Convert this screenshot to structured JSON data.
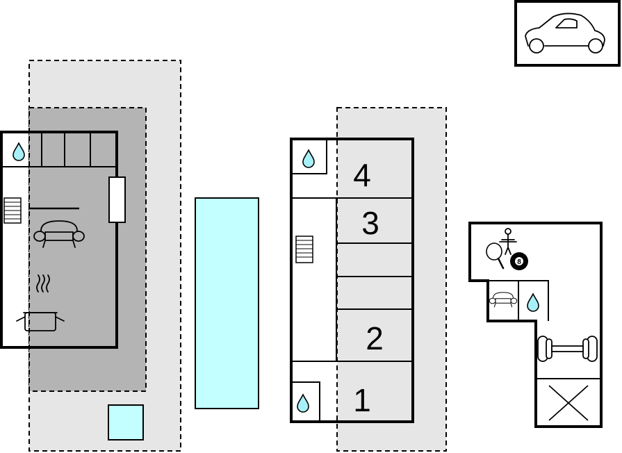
{
  "rooms": {
    "room_4": "4",
    "room_3": "3",
    "room_2": "2",
    "room_1": "1"
  },
  "icons": {
    "billiard_ball": "8"
  },
  "colors": {
    "pool": "#c3ffff",
    "terrace_light": "#e6e6e6",
    "terrace_dark": "#b4b4b4",
    "wall": "#000000",
    "water_drop": "#a8f0f8"
  },
  "icon_names": [
    "car-icon",
    "water-drop-icon",
    "stairs-icon",
    "sofa-icon",
    "cooking-pot-icon",
    "table-tennis-icon",
    "table-football-icon",
    "billiard-ball-icon",
    "dumbbell-icon"
  ]
}
